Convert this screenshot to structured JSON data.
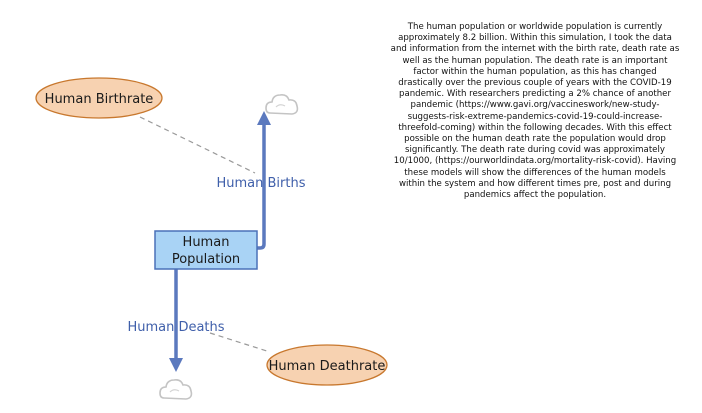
{
  "diagram": {
    "stock": {
      "label_line1": "Human",
      "label_line2": "Population"
    },
    "flows": {
      "births": {
        "label": "Human Births"
      },
      "deaths": {
        "label": "Human Deaths"
      }
    },
    "variables": {
      "birthrate": {
        "label": "Human Birthrate"
      },
      "deathrate": {
        "label": "Human Deathrate"
      }
    },
    "colors": {
      "stock_fill": "#a9d3f5",
      "stock_border": "#4a71b8",
      "flow_color": "#5b79be",
      "flow_label": "#3f5faa",
      "variable_fill": "#f7d2b1",
      "variable_border": "#c8782e",
      "link_dash": "#9a9a9a",
      "cloud_stroke": "#c4c4c4"
    }
  },
  "note": {
    "text": "The human population or worldwide population is currently approximately 8.2 billion. Within this simulation, I took the data and information from the internet with the birth rate, death rate as well as the human population. The death rate is an important factor within the human population, as this has changed drastically over the previous couple of years with the COVID-19 pandemic. With researchers predicting a 2% chance of another pandemic (https://www.gavi.org/vaccineswork/new-study-suggests-risk-extreme-pandemics-covid-19-could-increase-threefold-coming) within the following decades. With this effect possible on the human death rate the population would drop significantly. The death rate during covid was approximately 10/1000, (https://ourworldindata.org/mortality-risk-covid). Having these models will show the differences of the human models within the system and how different times pre, post and during pandemics affect the population."
  }
}
